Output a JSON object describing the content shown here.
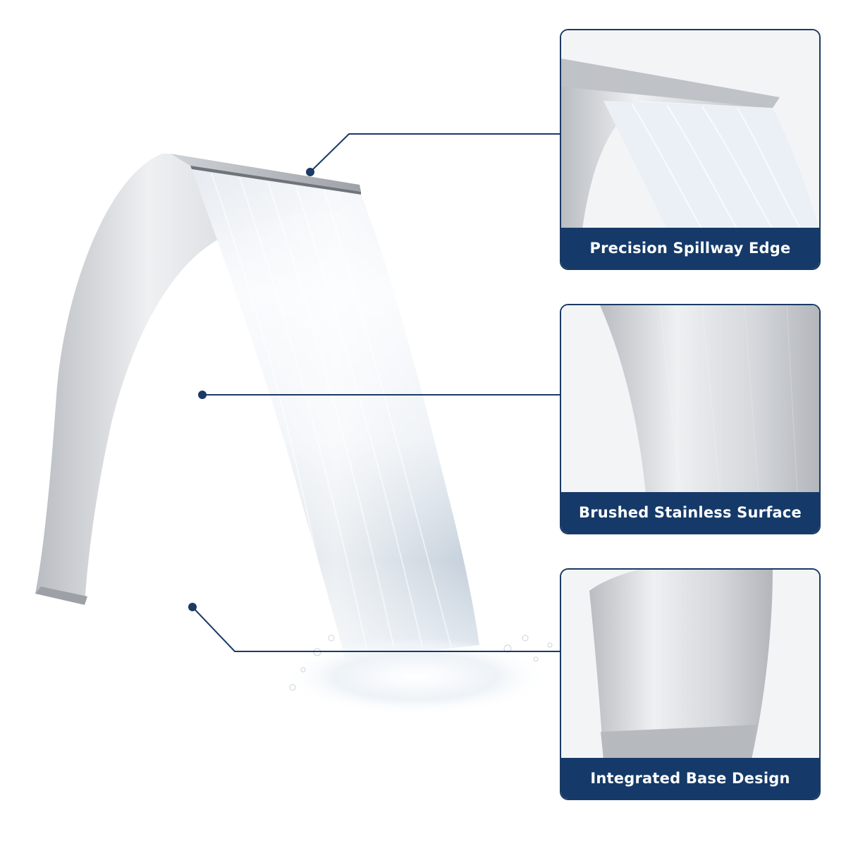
{
  "colors": {
    "navy": "#153a69",
    "frame": "#1b3a64",
    "label_text": "#ffffff",
    "steel_light": "#e8e9eb",
    "steel_dark": "#a9acb1"
  },
  "callouts": [
    {
      "label": "Precision Spillway Edge",
      "icon": "spillway-detail"
    },
    {
      "label": "Brushed Stainless Surface",
      "icon": "surface-detail"
    },
    {
      "label": "Integrated Base Design",
      "icon": "base-detail"
    }
  ]
}
